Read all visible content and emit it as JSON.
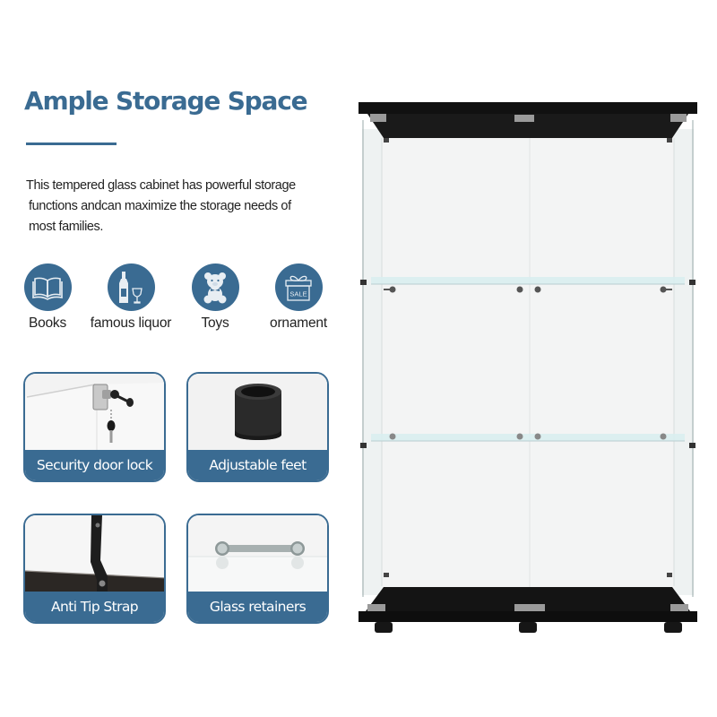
{
  "heading": {
    "title": "Ample Storage Space",
    "accent_color": "#3a6b92"
  },
  "description": {
    "line1": "This tempered glass cabinet has powerful storage",
    "line2": "functions andcan  maximize the storage needs of",
    "line3": "most families."
  },
  "categories": [
    {
      "label": "Books",
      "icon": "open-book-icon"
    },
    {
      "label": "famous liquor",
      "icon": "wine-bottle-glass-icon"
    },
    {
      "label": "Toys",
      "icon": "teddy-bear-icon"
    },
    {
      "label": "ornament",
      "icon": "gift-box-sale-icon",
      "badge": "SALE"
    }
  ],
  "features": [
    {
      "caption": "Security door lock",
      "image": "lock-with-keys"
    },
    {
      "caption": "Adjustable feet",
      "image": "black-rubber-foot"
    },
    {
      "caption": "Anti Tip Strap",
      "image": "black-strap"
    },
    {
      "caption": "Glass retainers",
      "image": "glass-retainer-clip"
    }
  ],
  "product": {
    "name": "glass display cabinet",
    "shelves": 3,
    "frame_color": "#111111"
  }
}
